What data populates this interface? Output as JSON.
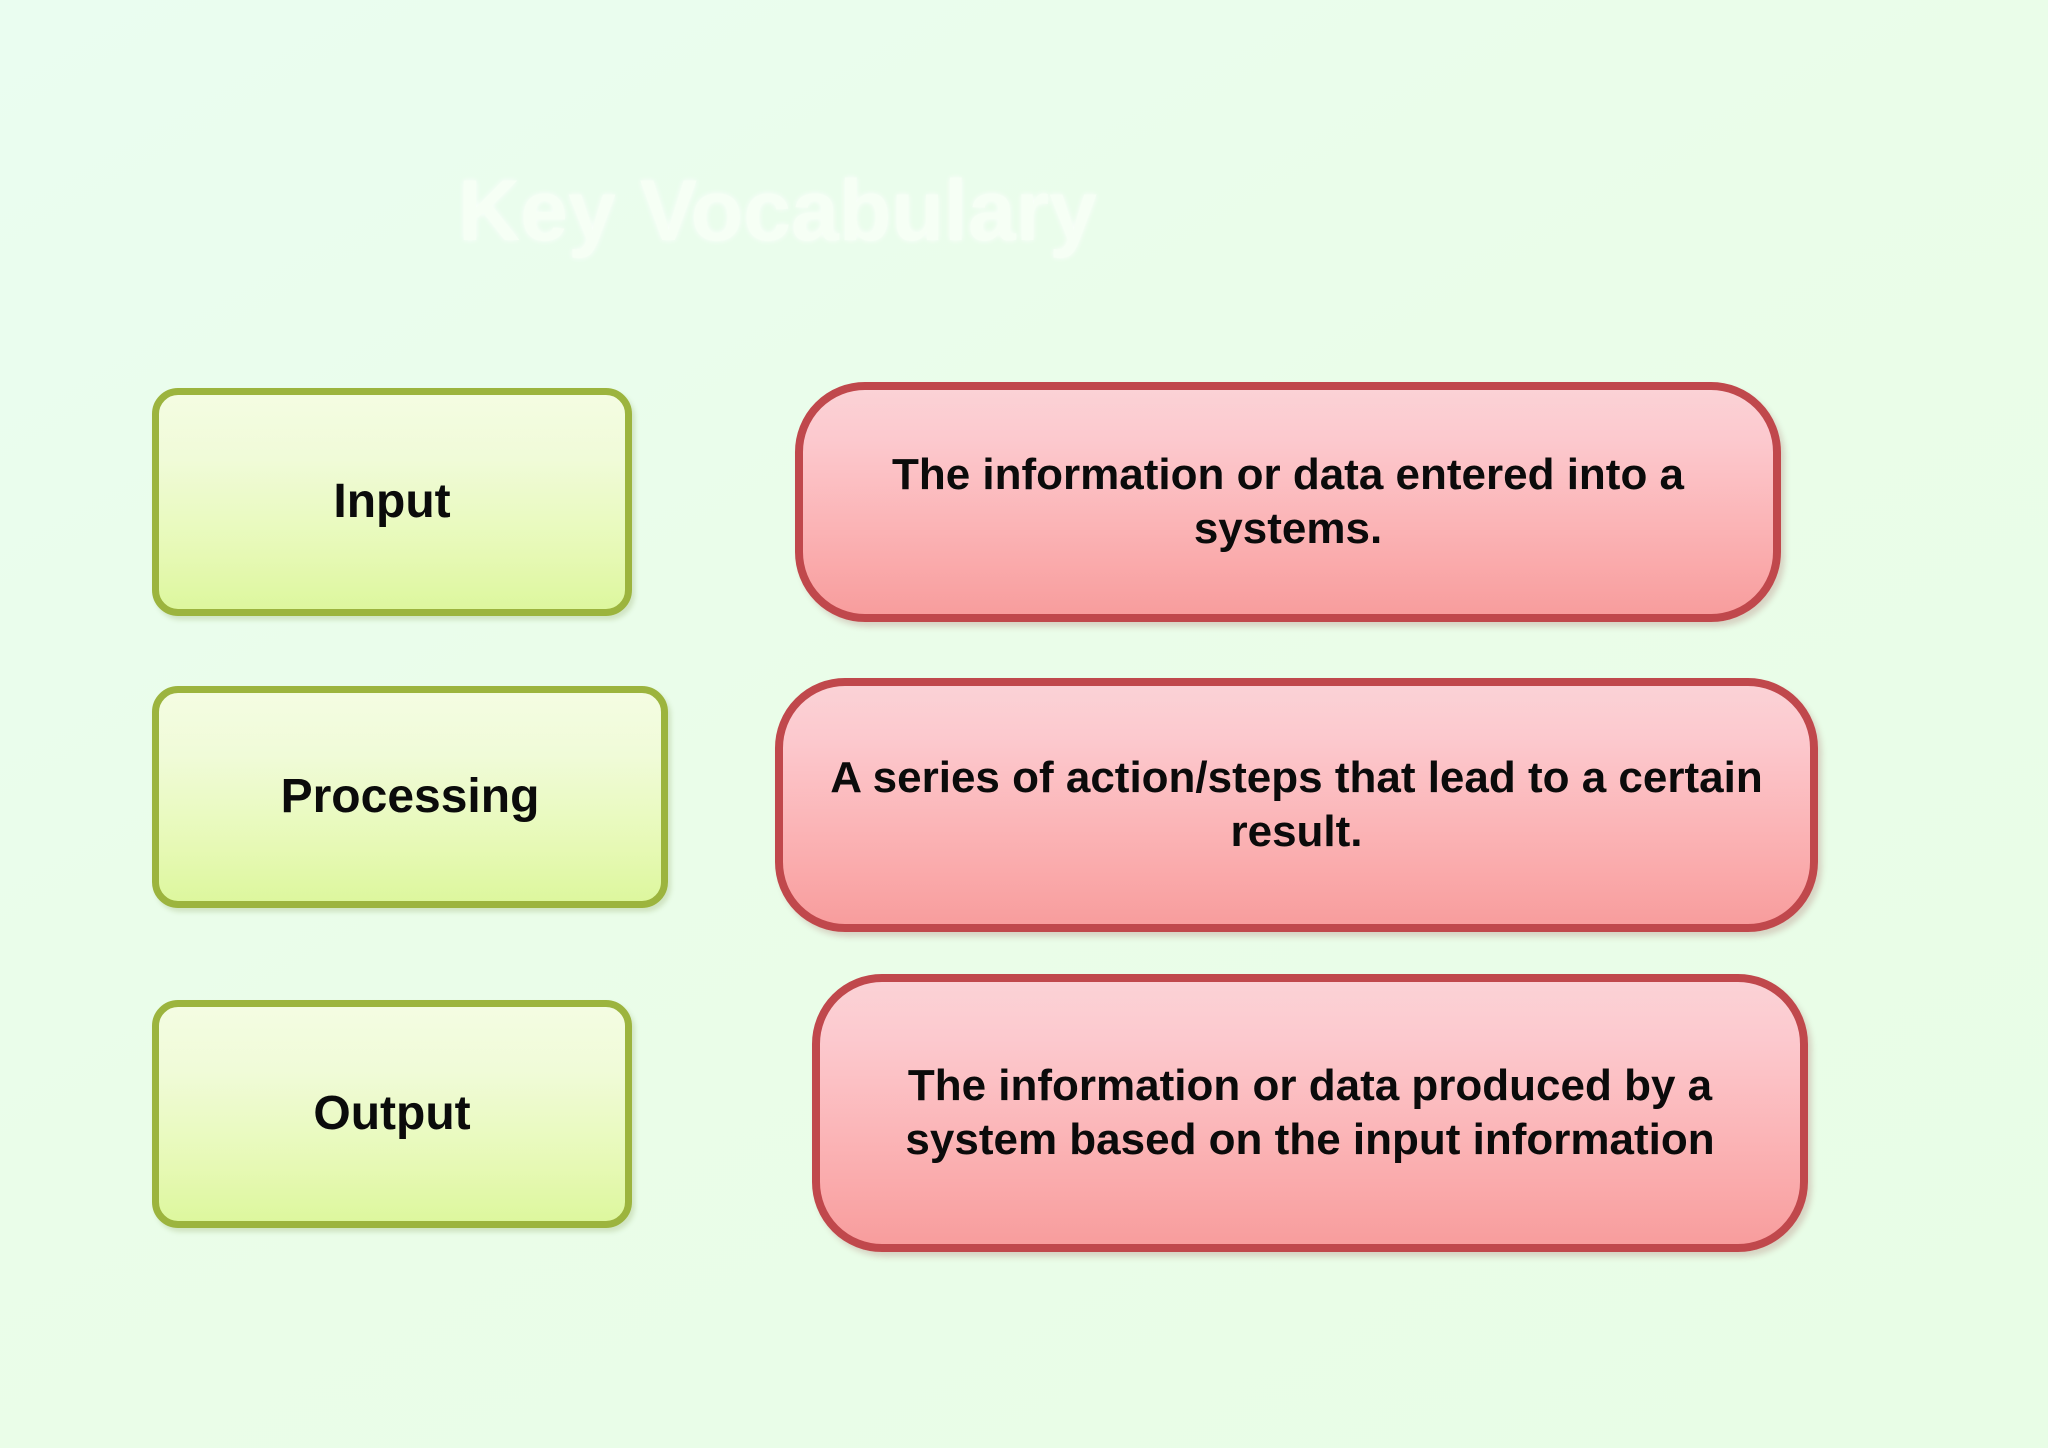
{
  "slide": {
    "title": "Key Vocabulary",
    "background_color": "#eafde9",
    "title_color": "#f6fff5"
  },
  "palette": {
    "term_border": "#9cb43e",
    "term_fill_top": "#f4fce2",
    "term_fill_bottom": "#ddf79e",
    "definition_border": "#c0484c",
    "definition_fill_top": "#fbd2d6",
    "definition_fill_bottom": "#f89d9d",
    "text_color": "#0b0b0b"
  },
  "rows": [
    {
      "term": "Input",
      "definition": "The information or data entered into a systems."
    },
    {
      "term": "Processing",
      "definition": "A series of action/steps that lead to a certain result."
    },
    {
      "term": "Output",
      "definition": "The information or data produced by a system based on the input information"
    }
  ]
}
